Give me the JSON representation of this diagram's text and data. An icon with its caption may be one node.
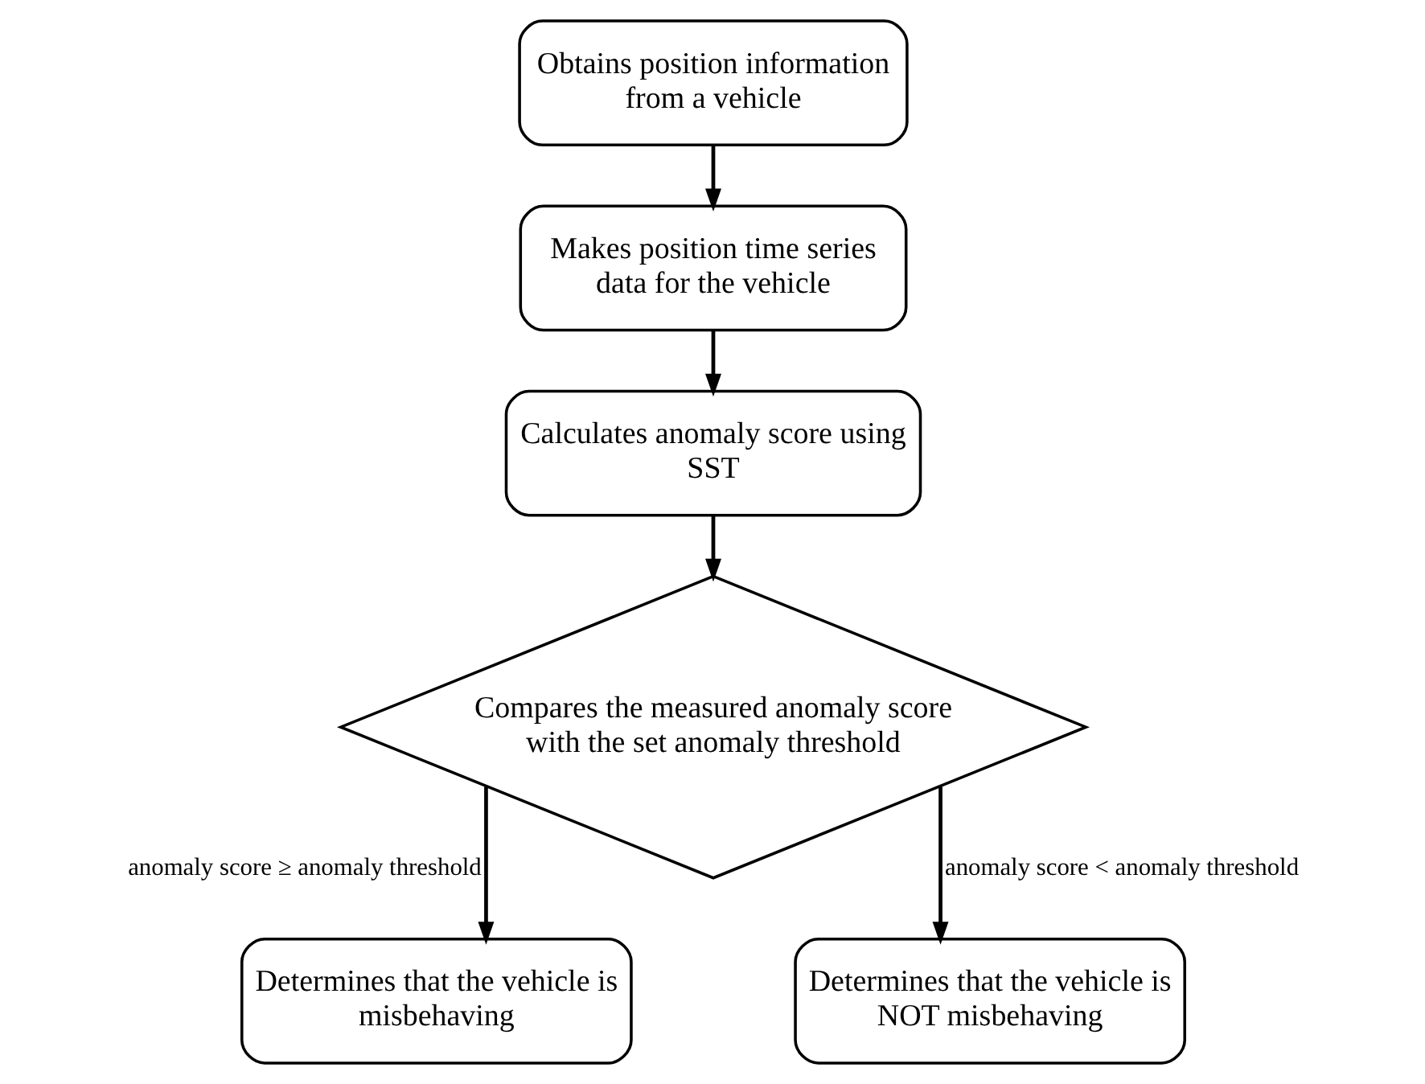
{
  "diagram": {
    "nodes": [
      {
        "text": [
          "Obtains position information from a vehicle"
        ]
      },
      {
        "text": [
          "Makes position time series data for the vehicle"
        ]
      },
      {
        "text": [
          "Calculates anomaly score using SST"
        ]
      },
      {
        "text": [
          "Compares the measured anomaly score with the set anomaly threshold"
        ]
      },
      {
        "text": [
          "Determines that the vehicle is misbehaving"
        ]
      },
      {
        "text": [
          "Determines that the vehicle is NOT misbehaving"
        ]
      }
    ],
    "edges": [
      {
        "from": 0,
        "to": 1,
        "arrow": "to"
      },
      {
        "from": 1,
        "to": 2,
        "arrow": "to"
      },
      {
        "from": 2,
        "to": 3,
        "arrow": "to"
      },
      {
        "from": 3,
        "to": 4,
        "arrow": "to",
        "label": "anomaly score ≥ anomaly threshold"
      },
      {
        "from": 3,
        "to": 5,
        "arrow": "to",
        "label": "anomaly score < anomaly threshold"
      }
    ]
  }
}
